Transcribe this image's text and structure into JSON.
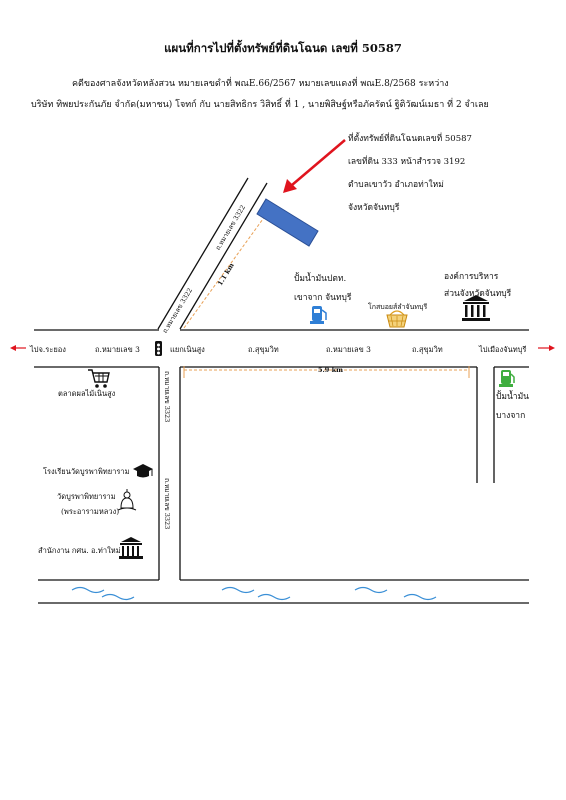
{
  "header": {
    "title": "แผนที่การไปที่ตั้งทรัพย์ที่ดินโฉนด เลขที่ 50587",
    "line1": "คดีของศาลจังหวัดหลังสวน หมายเลขดำที่ พณE.66/2567 หมายเลขแดงที่ พณE.8/2568 ระหว่าง",
    "line2": "บริษัท ทิพยประกันภัย จำกัด(มหาชน) โจทก์ กับ นายสิทธิกร วิสิทธิ์ ที่ 1 , นายพิสิษฐ์หรือภัครัตน์ ฐิติวัฒน์เมธา ที่ 2 จำเลย"
  },
  "property": {
    "line1": "ที่ตั้งทรัพย์ที่ดินโฉนดเลขที่ 50587",
    "line2": "เลขที่ดิน 333 หน้าสำรวจ 3192",
    "line3": "ตำบลเขาวัว อำเภอท่าใหม่",
    "line4": "จังหวัดจันทบุรี",
    "parcel_color": "#4472c4",
    "arrow_color": "#e0141e"
  },
  "roads": {
    "diag_upper": "ถ.หมายเลข 3322",
    "diag_lower": "ถ.หมายเลข 3322",
    "distance_diag": "1.1 km",
    "left_to": "ไปจ.ระยอง",
    "hw3_left": "ถ.หมายเลข 3",
    "junction": "แยกเนินสูง",
    "sukhumvit1": "ถ.สุขุมวิท",
    "hw3_mid": "ถ.หมายเลข 3",
    "sukhumvit2": "ถ.สุขุมวิท",
    "right_to": "ไปเมืองจันทบุรี",
    "vert_upper": "ถ.หมายเลข 3323",
    "vert_lower": "ถ.หมายเลข 3323",
    "distance_horiz": "5.9 km"
  },
  "landmarks": {
    "gas1_line1": "ปั้มน้ำมันปตท.",
    "gas1_line2": "เขาจาก จันทบุรี",
    "fruit_market": "โกสบอยส์ลำจันทบุรี",
    "sao_line1": "องค์การบริหาร",
    "sao_line2": "ส่วนจังหวัดจันทบุรี",
    "market": "ตลาดผลไม้เนินสูง",
    "school": "โรงเรียนวัดบูรพาพิทยาราม",
    "temple_line1": "วัดบูรพาพิทยาราม",
    "temple_line2": "(พระอารามหลวง)",
    "office": "สำนักงาน กศน. อ.ท่าใหม่",
    "gas2_line1": "ปั้มน้ำมัน",
    "gas2_line2": "บางจาก"
  },
  "colors": {
    "road": "#111111",
    "dashed": "#e8a055",
    "river": "#3a8fd6",
    "gas1": "#2f7fd6",
    "gas2": "#3fae3f",
    "basket": "#e0a020"
  }
}
